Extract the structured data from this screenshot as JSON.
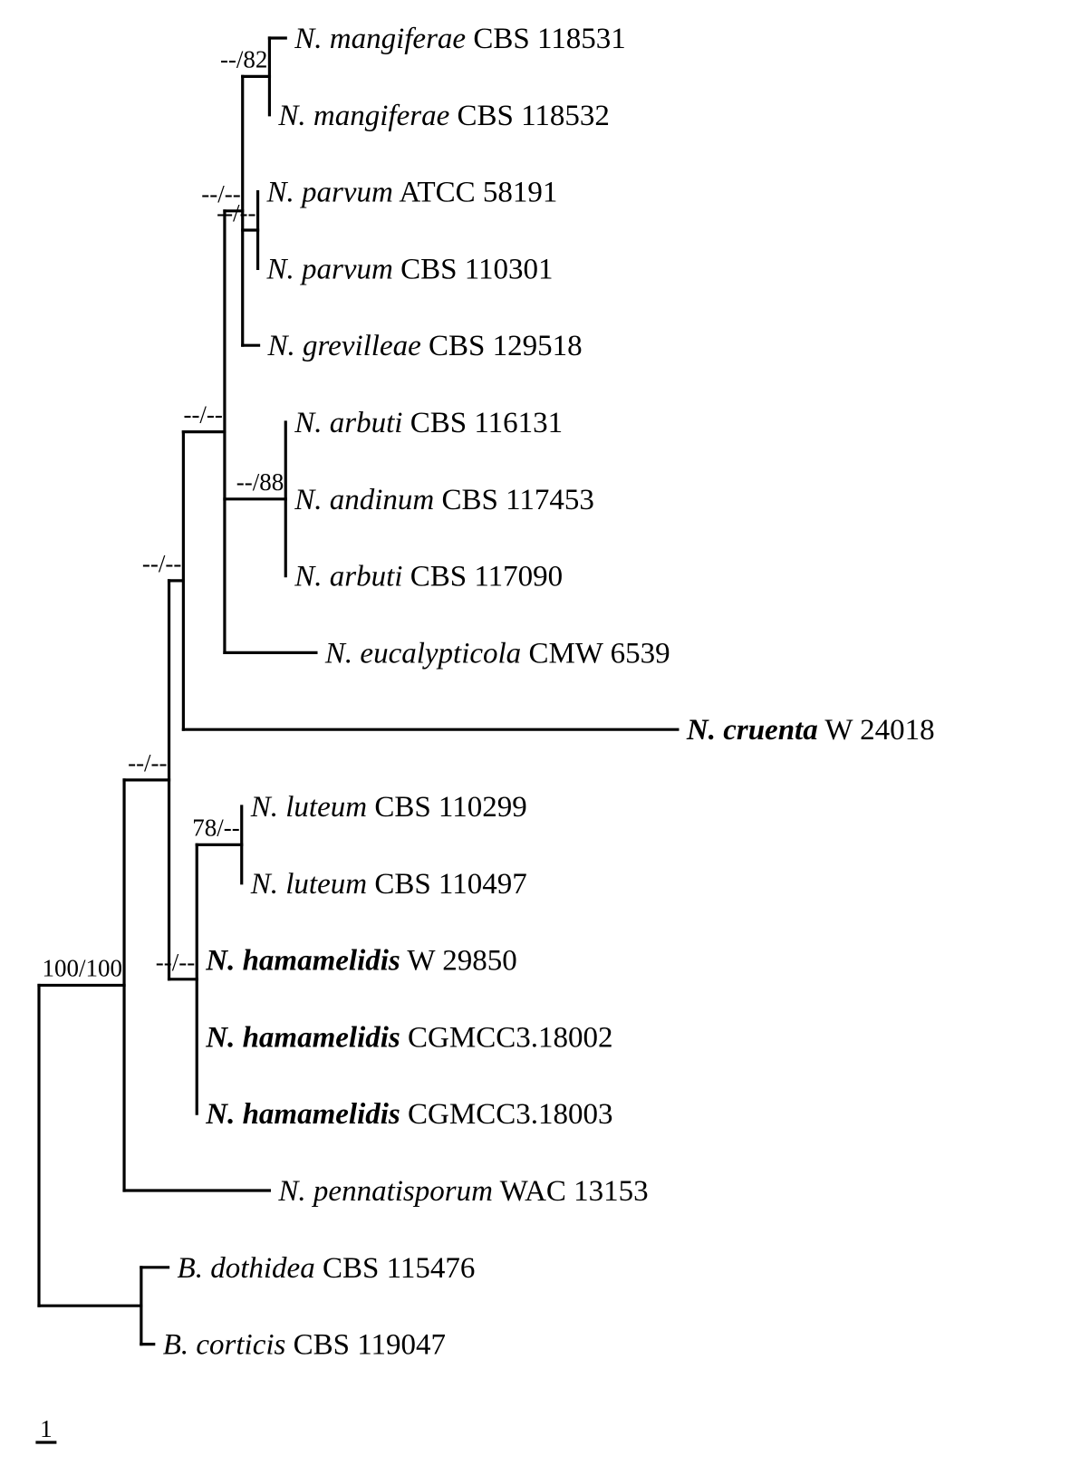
{
  "figure": {
    "type": "phylogenetic-tree",
    "scale_bar_label": "1",
    "scale_bar_units": 1,
    "branch_color": "#000000",
    "tree": {
      "id": "root",
      "length": 0,
      "support": "",
      "children": [
        {
          "id": "ingroup",
          "length": 4.75,
          "support": "100/100",
          "children": [
            {
              "id": "n188",
              "length": 2.5,
              "support": "--/--",
              "children": [
                {
                  "id": "n204",
                  "length": 0.8,
                  "support": "--/--",
                  "children": [
                    {
                      "id": "n250",
                      "length": 2.3,
                      "support": "--/--",
                      "children": [
                        {
                          "id": "n270",
                          "length": 1.0,
                          "support": "--/--",
                          "children": [
                            {
                              "id": "n300",
                              "length": 1.5,
                              "support": "--/82",
                              "children": [
                                {
                                  "id": "t1",
                                  "length": 0.9,
                                  "species": "N. mangiferae",
                                  "strain": "CBS 118531",
                                  "bold": false
                                },
                                {
                                  "id": "t2",
                                  "length": 0.0,
                                  "species": "N. mangiferae",
                                  "strain": " CBS 118532",
                                  "bold": false
                                }
                              ]
                            },
                            {
                              "id": "n287",
                              "length": 0.85,
                              "support": "--/--",
                              "children": [
                                {
                                  "id": "t3",
                                  "length": 0.0,
                                  "species": "N. parvum",
                                  "strain": "  ATCC 58191",
                                  "bold": false
                                },
                                {
                                  "id": "t4",
                                  "length": 0.0,
                                  "species": "N. parvum",
                                  "strain": "CBS 110301",
                                  "bold": false
                                }
                              ]
                            },
                            {
                              "id": "t5",
                              "length": 0.9,
                              "species": "N. grevilleae",
                              "strain": "CBS 129518",
                              "bold": false
                            }
                          ]
                        },
                        {
                          "id": "n318",
                          "length": 3.4,
                          "support": "--/88",
                          "children": [
                            {
                              "id": "t6",
                              "length": 0.0,
                              "species": "N. arbuti",
                              "strain": "CBS 116131",
                              "bold": false
                            },
                            {
                              "id": "t7",
                              "length": 0.0,
                              "species": "N. andinum",
                              "strain": "CBS 117453",
                              "bold": false
                            },
                            {
                              "id": "t8",
                              "length": 0.0,
                              "species": "N. arbuti",
                              "strain": "CBS 117090",
                              "bold": false
                            }
                          ]
                        },
                        {
                          "id": "t9",
                          "length": 5.1,
                          "species": "N. eucalypticola",
                          "strain": "CMW 6539",
                          "bold": false
                        }
                      ]
                    },
                    {
                      "id": "t10",
                      "length": 27.55,
                      "species": "N. cruenta",
                      "strain": "W 24018",
                      "bold": true
                    }
                  ]
                },
                {
                  "id": "n219",
                  "length": 1.55,
                  "support": "--/--",
                  "children": [
                    {
                      "id": "n269",
                      "length": 2.5,
                      "support": "78/--",
                      "children": [
                        {
                          "id": "t11",
                          "length": 0.0,
                          "species": "N. luteum",
                          "strain": "CBS 110299",
                          "bold": false
                        },
                        {
                          "id": "t12",
                          "length": 0.0,
                          "species": "N. luteum",
                          "strain": "CBS 110497",
                          "bold": false
                        }
                      ]
                    },
                    {
                      "id": "t13",
                      "length": 0.0,
                      "species": "N. hamamelidis",
                      "strain": "W 29850",
                      "bold": true
                    },
                    {
                      "id": "t14",
                      "length": 0.0,
                      "species": "N. hamamelidis",
                      "strain": "CGMCC3.18002",
                      "bold": true
                    },
                    {
                      "id": "t15",
                      "length": 0.0,
                      "species": "N. hamamelidis",
                      "strain": "CGMCC3.18003",
                      "bold": true
                    }
                  ]
                }
              ]
            },
            {
              "id": "t16",
              "length": 8.1,
              "species": "N. pennatisporum",
              "strain": "WAC 13153",
              "bold": false
            }
          ]
        },
        {
          "id": "outgroup",
          "length": 5.7,
          "support": "",
          "children": [
            {
              "id": "t17",
              "length": 1.5,
              "species": "B. dothidea",
              "strain": "CBS 115476",
              "bold": false
            },
            {
              "id": "t18",
              "length": 0.7,
              "species": "B. corticis",
              "strain": "CBS 119047",
              "bold": false
            }
          ]
        }
      ]
    }
  }
}
